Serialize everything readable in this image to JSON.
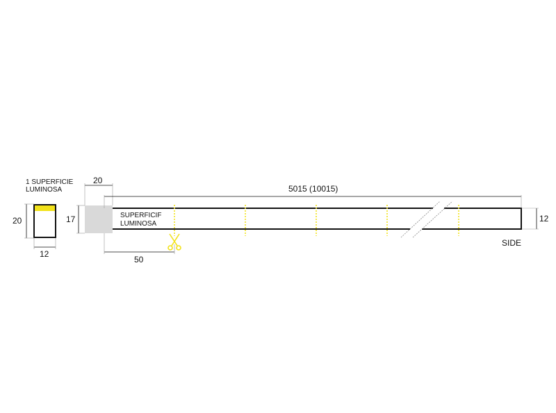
{
  "profile": {
    "label_line1": "1 SUPERFICIE",
    "label_line2": "LUMINOSA",
    "height_dim": "20",
    "width_dim": "12"
  },
  "strip": {
    "cap_width_dim": "20",
    "length_dim": "5015 (10015)",
    "cap_height_dim": "17",
    "strip_height_dim": "12",
    "cut_interval_dim": "50",
    "surface_line1": "SUPERFICIF",
    "surface_line2": "LUMINOSA",
    "side_label": "SIDE"
  },
  "colors": {
    "accent_yellow": "#f2e21a",
    "cap_gray": "#d9d9d9",
    "line": "#111111"
  },
  "icons": [
    "scissors-icon"
  ]
}
